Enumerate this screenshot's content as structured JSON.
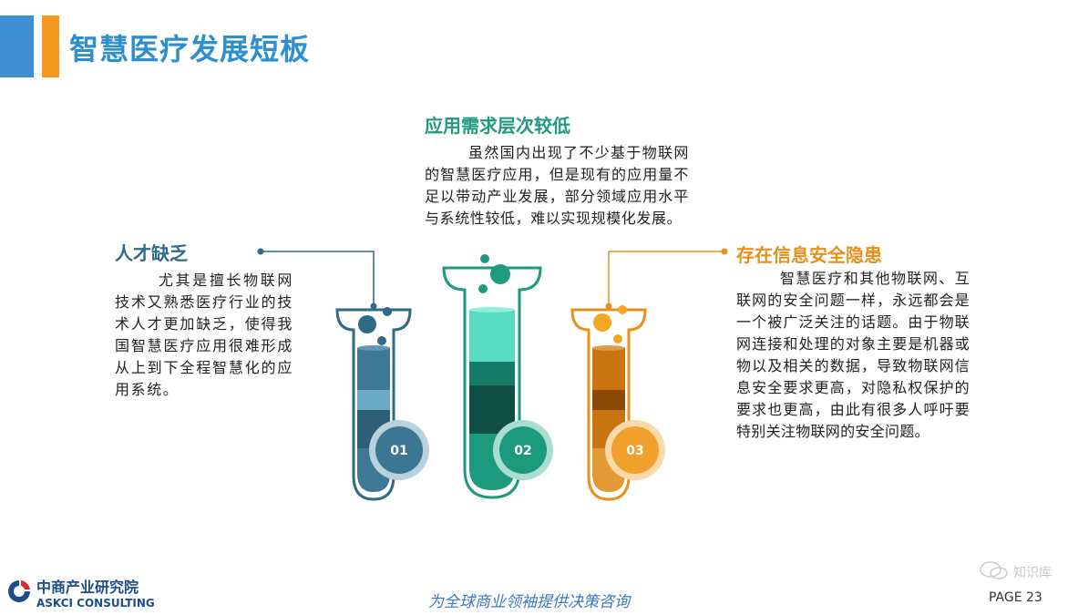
{
  "header": {
    "title": "智慧医疗发展短板"
  },
  "blocks": {
    "left": {
      "title": "人才缺乏",
      "body": "尤其是擅长物联网技术又熟悉医疗行业的技术人才更加缺乏，使得我国智慧医疗应用很难形成从上到下全程智慧化的应用系统。"
    },
    "center": {
      "title": "应用需求层次较低",
      "body": "虽然国内出现了不少基于物联网的智慧医疗应用，但是现有的应用量不足以带动产业发展，部分领域应用水平与系统性较低，难以实现规模化发展。"
    },
    "right": {
      "title": "存在信息安全隐患",
      "body": "智慧医疗和其他物联网、互联网的安全问题一样，永远都会是一个被广泛关注的话题。由于物联网连接和处理的对象主要是机器或物以及相关的数据，导致物联网信息安全要求更高，对隐私权保护的要求也更高，由此有很多人呼吁要特别关注物联网的安全问题。"
    }
  },
  "tubes": [
    {
      "number": "01",
      "color": "#2f6a86",
      "badge_color": "#3b7792",
      "badge_ring": "#b9d1dc",
      "fill_levels": [
        0.62,
        0.46,
        0.42,
        0.32,
        0.2
      ],
      "layer_colors": [
        "#3d7897",
        "#6aa9c8",
        "#2f5f77",
        "#3d7897"
      ]
    },
    {
      "number": "02",
      "color": "#1f9a7f",
      "badge_color": "#1c9a7e",
      "badge_ring": "#a9ddd0",
      "fill_levels": [
        0.85,
        0.6,
        0.5,
        0.33,
        0.2
      ],
      "layer_colors": [
        "#57dcc3",
        "#157a66",
        "#104f44",
        "#1c9a7e"
      ]
    },
    {
      "number": "03",
      "color": "#e8901c",
      "badge_color": "#f0a02b",
      "badge_ring": "#fbd9a8",
      "fill_levels": [
        0.7,
        0.5,
        0.43,
        0.35,
        0.2
      ],
      "layer_colors": [
        "#c9750f",
        "#8a4a06",
        "#c9750f",
        "#e49a34"
      ]
    }
  ],
  "footer": {
    "logo_cn": "中商产业研究院",
    "logo_en": "ASKCI CONSULTING",
    "slogan": "为全球商业领袖提供决策咨询",
    "page_label": "PAGE  23",
    "watermark": "知识库"
  },
  "colors": {
    "accent_blue": "#3e8fd1",
    "accent_orange": "#f39a1e",
    "teal": "#1f9a7f",
    "slate": "#2f6a86",
    "amber": "#e8901c"
  }
}
